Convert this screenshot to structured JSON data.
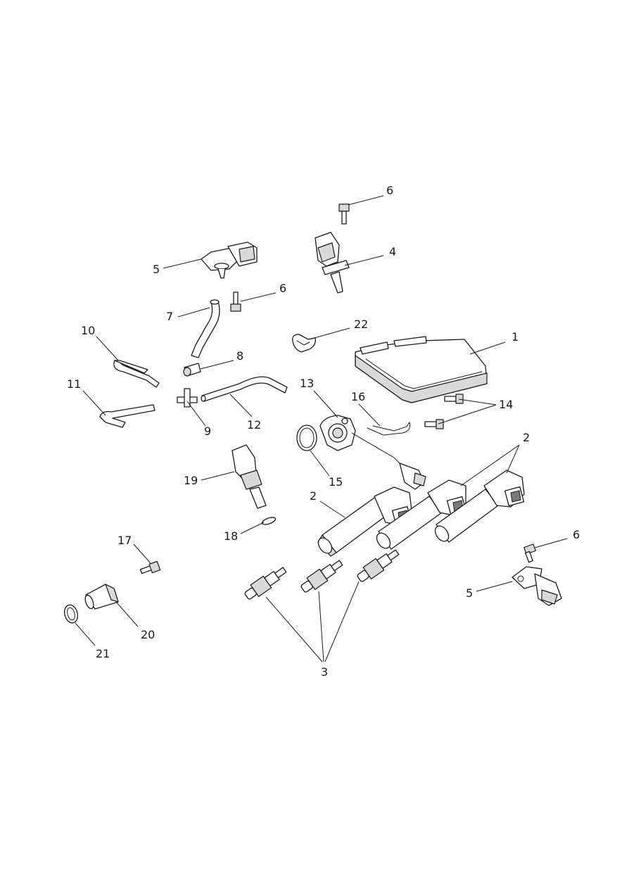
{
  "callouts": {
    "c1": "1",
    "c2a": "2",
    "c2b": "2",
    "c3": "3",
    "c4": "4",
    "c5a": "5",
    "c5b": "5",
    "c6a": "6",
    "c6b": "6",
    "c6c": "6",
    "c7": "7",
    "c8": "8",
    "c9": "9",
    "c10": "10",
    "c11": "11",
    "c12": "12",
    "c13": "13",
    "c14": "14",
    "c15": "15",
    "c16": "16",
    "c17": "17",
    "c18": "18",
    "c19": "19",
    "c20": "20",
    "c21": "21",
    "c22": "22"
  }
}
